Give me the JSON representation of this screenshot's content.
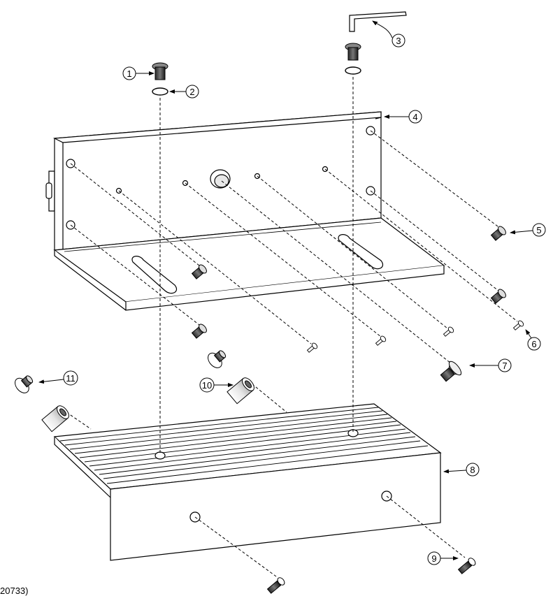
{
  "diagram": {
    "callouts": [
      {
        "id": "1",
        "label": "1",
        "part": "button-head-cap-screw"
      },
      {
        "id": "2",
        "label": "2",
        "part": "washer"
      },
      {
        "id": "3",
        "label": "3",
        "part": "hex-key"
      },
      {
        "id": "4",
        "label": "4",
        "part": "angle-bracket"
      },
      {
        "id": "5",
        "label": "5",
        "part": "socket-head-cap-screw"
      },
      {
        "id": "6",
        "label": "6",
        "part": "small-screw"
      },
      {
        "id": "7",
        "label": "7",
        "part": "flat-head-screw"
      },
      {
        "id": "8",
        "label": "8",
        "part": "ribbed-base"
      },
      {
        "id": "9",
        "label": "9",
        "part": "screw"
      },
      {
        "id": "10",
        "label": "10",
        "part": "spacer"
      },
      {
        "id": "11",
        "label": "11",
        "part": "shoulder-screw"
      }
    ],
    "caption": "20733)"
  }
}
